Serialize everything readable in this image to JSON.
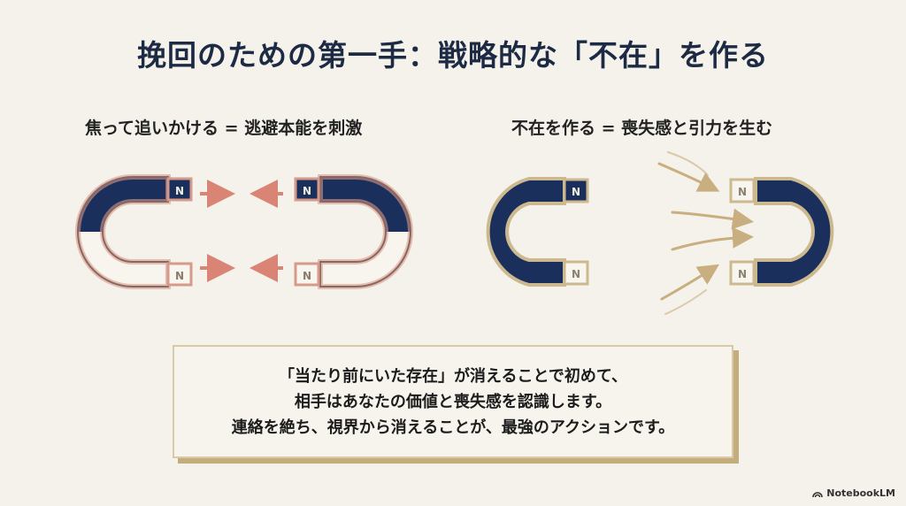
{
  "title": "挽回のための第一手：戦略的な「不在」を作る",
  "left_panel": {
    "heading": "焦って追いかける = 逃避本能を刺激",
    "magnet_pole_label": "N",
    "arrow_color": "#d98474",
    "outline_color": "#d59a8c",
    "fill_color": "#1b2f5c"
  },
  "right_panel": {
    "heading": "不在を作る = 喪失感と引力を生む",
    "magnet_pole_label": "N",
    "arrow_color": "#c9ae7f",
    "outline_color": "#cdb98f",
    "fill_color": "#1b2f5c"
  },
  "message": {
    "lines": [
      "「当たり前にいた存在」が消えることで初めて、",
      "相手はあなたの価値と喪失感を認識します。",
      "連絡を絶ち、視界から消えることが、最強のアクションです。"
    ]
  },
  "branding": {
    "label": "NotebookLM",
    "icon": "notebooklm-logo-icon"
  },
  "colors": {
    "background": "#f4f2ea",
    "title": "#1d2a44",
    "navy": "#1b2f5c",
    "accent_gold": "#c4ad7c",
    "accent_salmon": "#d98474"
  }
}
